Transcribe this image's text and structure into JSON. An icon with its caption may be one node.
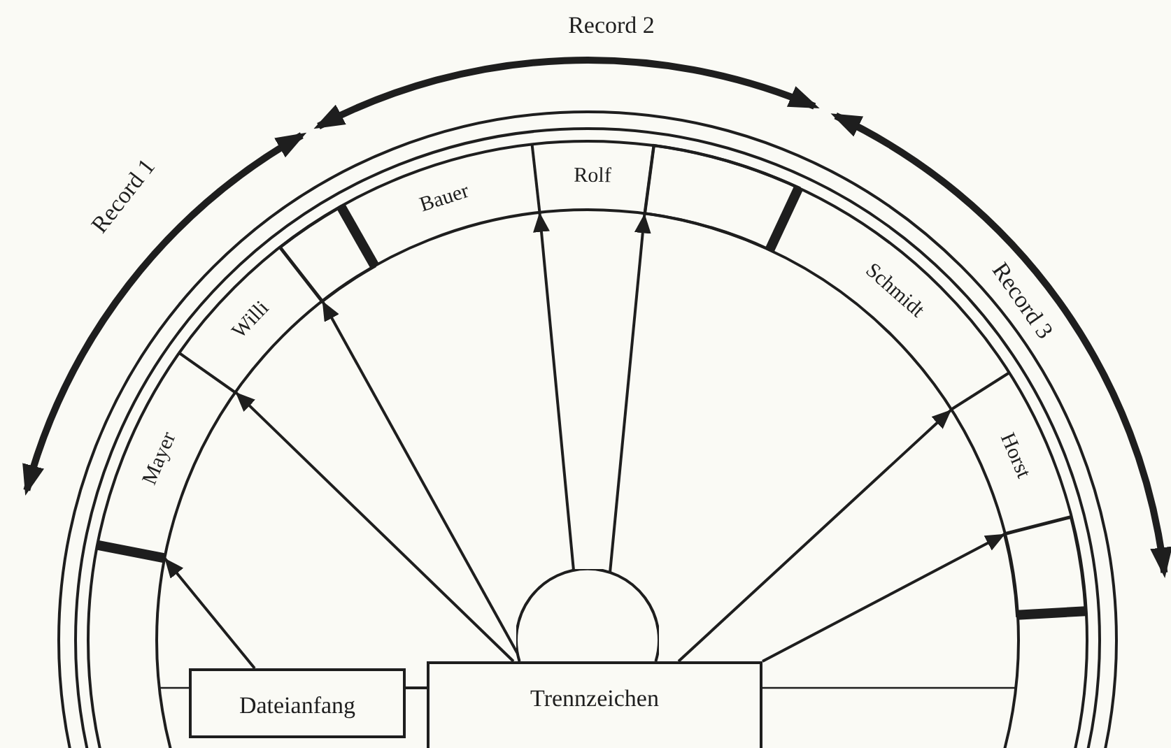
{
  "diagram": {
    "nodes": [
      {
        "text": [],
        "shape": "bar"
      },
      {
        "text": [
          "Mayer"
        ]
      },
      {
        "text": [],
        "shape": "bar"
      },
      {
        "text": [
          "Willi"
        ]
      },
      {
        "text": [],
        "shape": "bar"
      },
      {
        "text": [],
        "shape": "box"
      },
      {
        "text": [],
        "shape": "bar"
      },
      {
        "text": [
          "Bauer"
        ]
      },
      {
        "text": [],
        "shape": "bar"
      },
      {
        "text": [
          "Rolf"
        ]
      },
      {
        "text": [],
        "shape": "bar"
      },
      {
        "text": [],
        "shape": "box"
      },
      {
        "text": [],
        "shape": "bar"
      },
      {
        "text": [
          "Schmidt"
        ]
      },
      {
        "text": [],
        "shape": "bar"
      },
      {
        "text": [
          "Horst"
        ]
      },
      {
        "text": [],
        "shape": "bar"
      },
      {
        "text": [],
        "shape": "box"
      },
      {
        "text": [],
        "shape": "bar"
      },
      {
        "text": [
          "Dateianfang"
        ]
      },
      {
        "text": [
          "Trennzeichen"
        ]
      },
      {
        "text": [],
        "shape": "circle"
      }
    ],
    "edges": [
      {
        "from": 19,
        "to": 0,
        "arrow": "to"
      },
      {
        "from": 20,
        "to": 2,
        "arrow": "to"
      },
      {
        "from": 20,
        "to": 4,
        "arrow": "to"
      },
      {
        "from": 21,
        "to": 8,
        "arrow": "to"
      },
      {
        "from": 21,
        "to": 10,
        "arrow": "to"
      },
      {
        "from": 20,
        "to": 14,
        "arrow": "to"
      },
      {
        "from": 20,
        "to": 16,
        "arrow": "to"
      },
      {
        "from": 19,
        "to": 20,
        "arrow": "none"
      }
    ],
    "labels": [
      "Record 1",
      "Record 2",
      "Record 3"
    ]
  }
}
